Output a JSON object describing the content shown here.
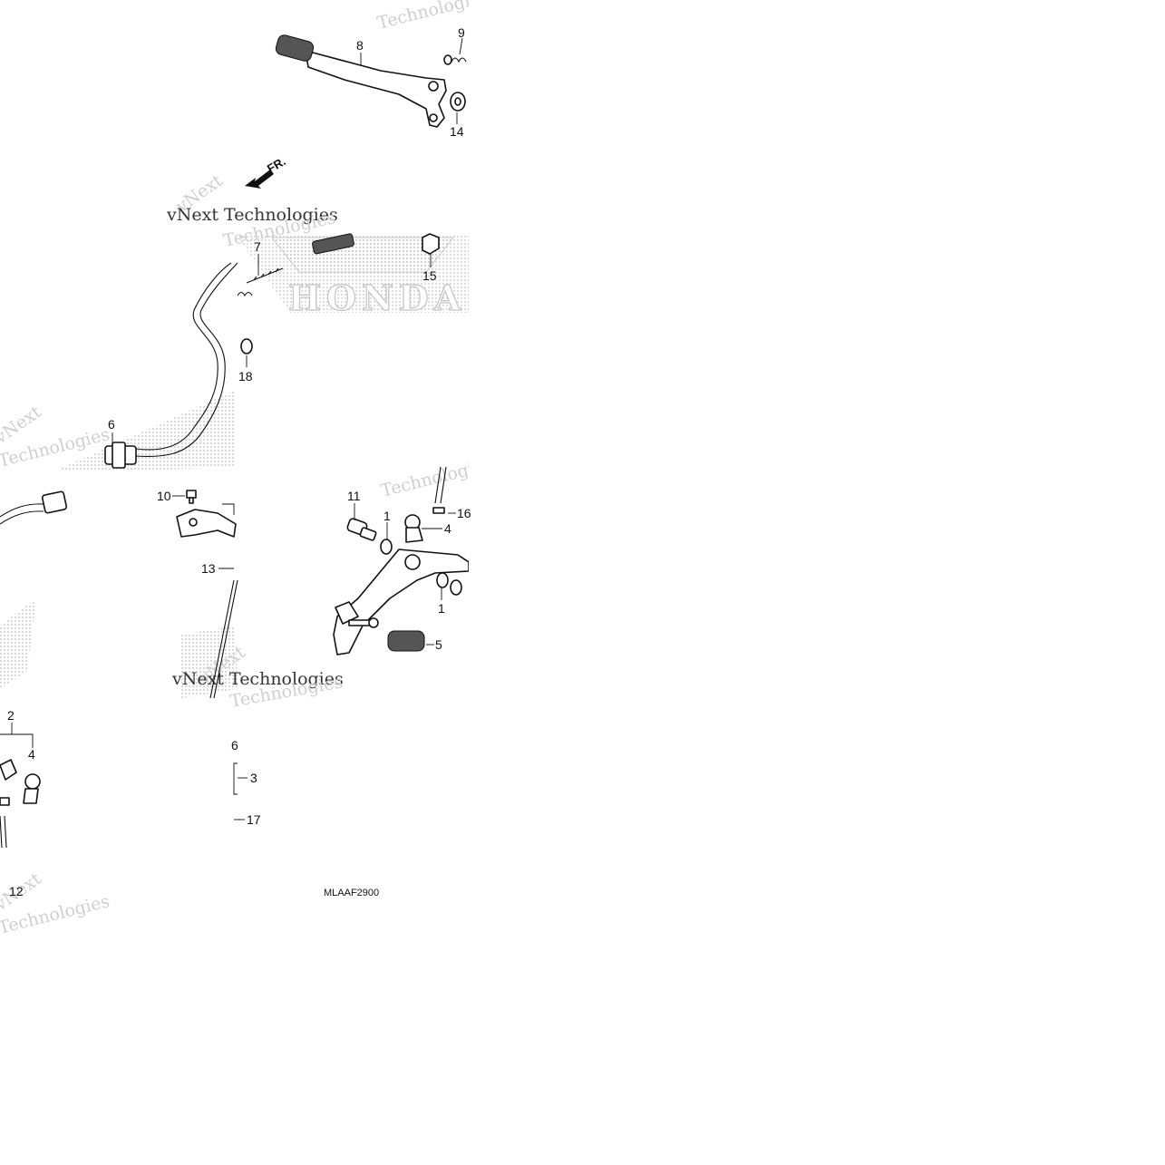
{
  "diagram": {
    "callouts": {
      "c1a": "1",
      "c1b": "1",
      "c2": "2",
      "c3": "3",
      "c4a": "4",
      "c4b": "4",
      "c5": "5",
      "c6a": "6",
      "c6b": "6",
      "c7": "7",
      "c8": "8",
      "c9": "9",
      "c10": "10",
      "c11": "11",
      "c12": "12",
      "c13": "13",
      "c14": "14",
      "c15": "15",
      "c16": "16",
      "c17": "17",
      "c18": "18"
    },
    "direction_label": "FR.",
    "drawing_code": "MLAAF2900",
    "brand_logo_text": "HONDA",
    "watermark": {
      "brand": "vNext",
      "word": "Technologies",
      "line": "vNext Technologies"
    },
    "colors": {
      "ink": "#111111",
      "watermark": "#cfcfcf",
      "halftone": "#bdbdbd"
    }
  }
}
